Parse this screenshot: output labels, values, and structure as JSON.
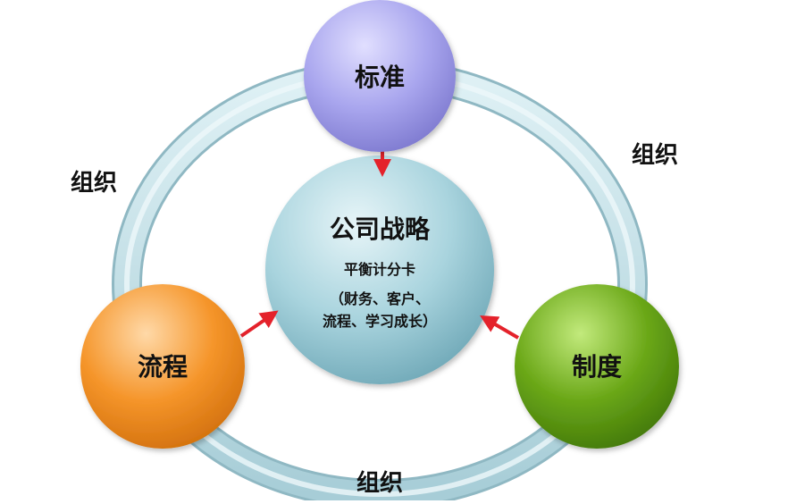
{
  "diagram": {
    "center": {
      "title": "公司战略",
      "subtitle": "平衡计分卡",
      "detail_lines": [
        "（财务、客户、",
        "流程、学习成长）"
      ]
    },
    "nodes": {
      "top": {
        "label": "标准"
      },
      "left": {
        "label": "流程"
      },
      "right": {
        "label": "制度"
      }
    },
    "ring_labels": {
      "upper_left": "组织",
      "upper_right": "组织",
      "bottom": "组织"
    },
    "colors": {
      "ring": "#b9dde6",
      "center_fill": "#a9d4de",
      "top_node": "#a9a6ee",
      "left_node": "#f5952a",
      "right_node": "#6aa717",
      "arrow": "#e4222b"
    }
  }
}
